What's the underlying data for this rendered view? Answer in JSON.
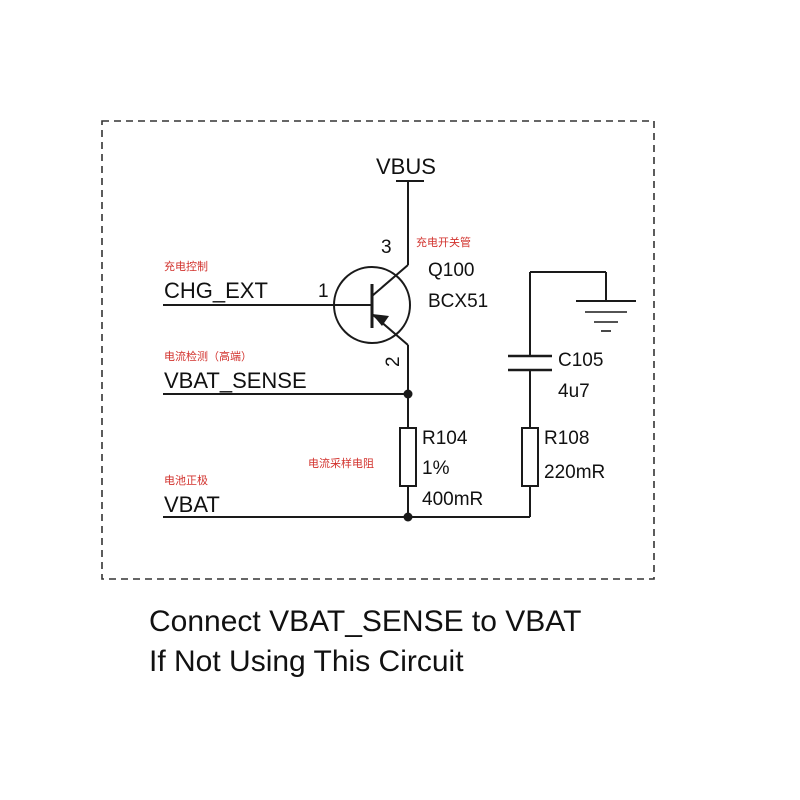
{
  "colors": {
    "wire": "#1a1a1a",
    "annotation": "#d2322d",
    "background": "#ffffff"
  },
  "nets": {
    "vbus": "VBUS",
    "chg_ext": "CHG_EXT",
    "vbat_sense": "VBAT_SENSE",
    "vbat": "VBAT"
  },
  "annotations": {
    "charge_control": "充电控制",
    "current_detect_high": "电流检测（高端）",
    "battery_positive": "电池正极",
    "charge_switch": "充电开关管",
    "current_sense_resistor": "电流采样电阻"
  },
  "components": {
    "q100": {
      "ref": "Q100",
      "value": "BCX51",
      "pin_base": "1",
      "pin_emitter": "2",
      "pin_collector": "3"
    },
    "r104": {
      "ref": "R104",
      "tolerance": "1%",
      "value": "400mR"
    },
    "r108": {
      "ref": "R108",
      "value": "220mR"
    },
    "c105": {
      "ref": "C105",
      "value": "4u7"
    }
  },
  "caption": {
    "line1": "Connect VBAT_SENSE to VBAT",
    "line2": "If Not Using This Circuit"
  }
}
